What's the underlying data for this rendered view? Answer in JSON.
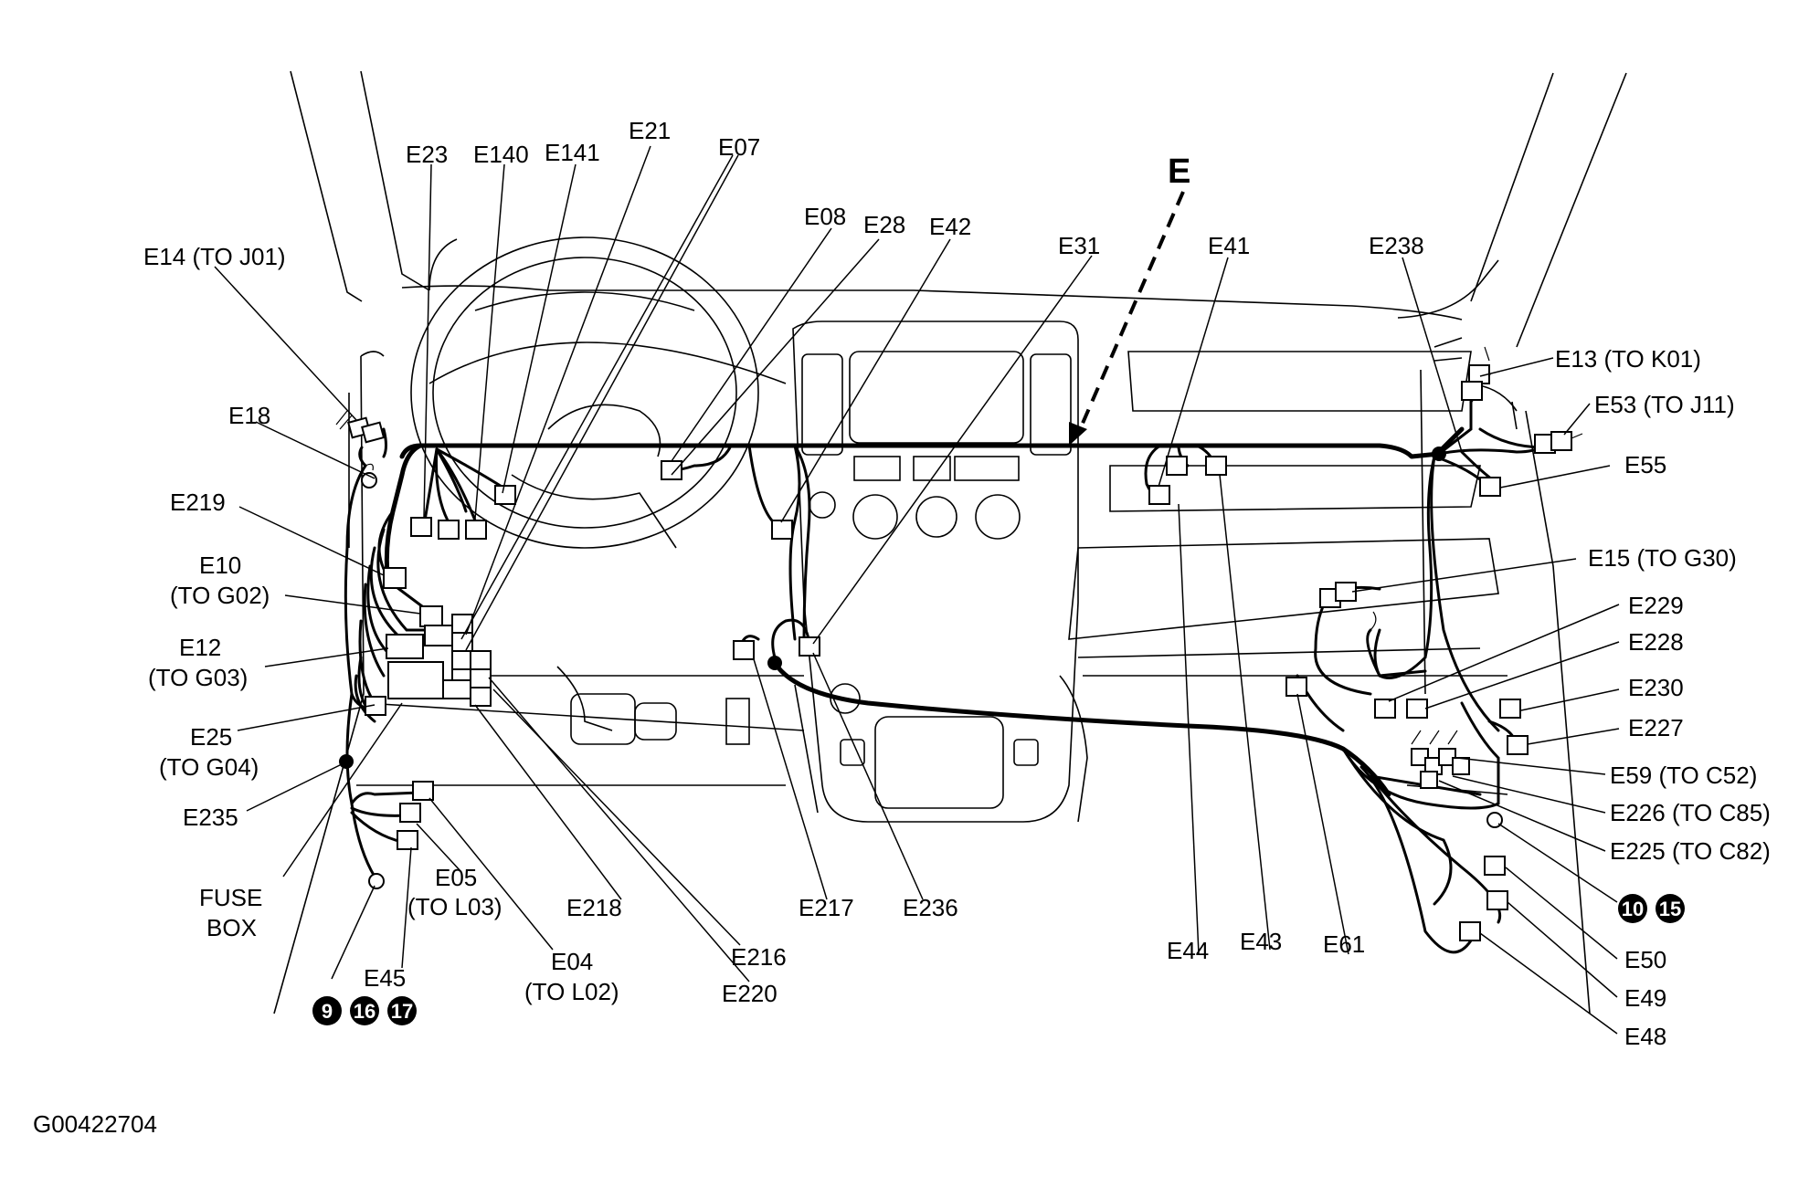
{
  "diagram": {
    "arrow_label": "E",
    "figure_code": "G00422704",
    "labels": {
      "e14": "E14 (TO J01)",
      "e23": "E23",
      "e140": "E140",
      "e141": "E141",
      "e21": "E21",
      "e07": "E07",
      "e08": "E08",
      "e28": "E28",
      "e42": "E42",
      "e31": "E31",
      "e41": "E41",
      "e238": "E238",
      "e13": "E13 (TO K01)",
      "e53": "E53 (TO J11)",
      "e55": "E55",
      "e18": "E18",
      "e219": "E219",
      "e10a": "E10",
      "e10b": "(TO G02)",
      "e12a": "E12",
      "e12b": "(TO G03)",
      "e25a": "E25",
      "e25b": "(TO G04)",
      "e235": "E235",
      "fuse_a": "FUSE",
      "fuse_b": "BOX",
      "e05a": "E05",
      "e05b": "(TO L03)",
      "e45": "E45",
      "e04a": "E04",
      "e04b": "(TO L02)",
      "e218": "E218",
      "e216": "E216",
      "e220": "E220",
      "e217": "E217",
      "e236": "E236",
      "e44": "E44",
      "e43": "E43",
      "e61": "E61",
      "e15": "E15 (TO G30)",
      "e229": "E229",
      "e228": "E228",
      "e230": "E230",
      "e227": "E227",
      "e59": "E59 (TO C52)",
      "e226": "E226 (TO C85)",
      "e225": "E225 (TO C82)",
      "e50": "E50",
      "e49": "E49",
      "e48": "E48"
    },
    "ground_badges_left": [
      "9",
      "16",
      "17"
    ],
    "ground_badges_right": [
      "10",
      "15"
    ]
  }
}
